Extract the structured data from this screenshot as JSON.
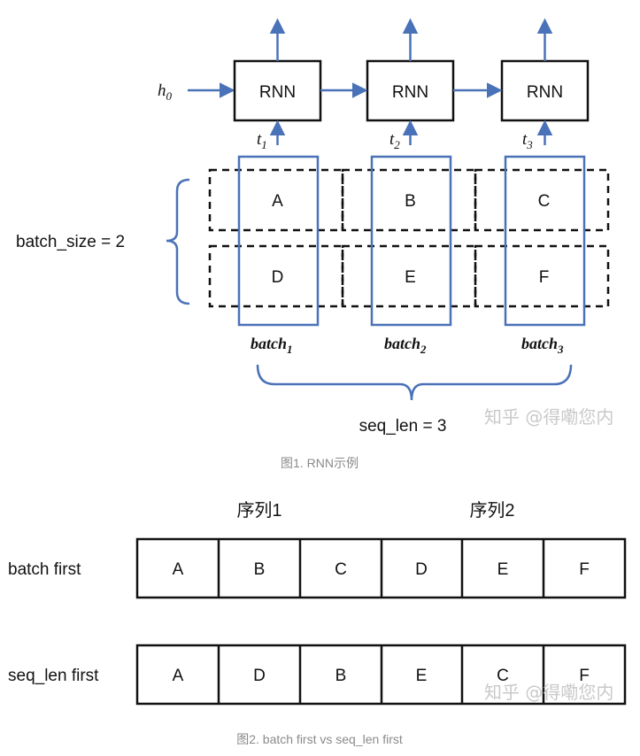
{
  "figure1": {
    "rnn_label": "RNN",
    "h0": {
      "base": "h",
      "sub": "0"
    },
    "time_steps": [
      {
        "base": "t",
        "sub": "1"
      },
      {
        "base": "t",
        "sub": "2"
      },
      {
        "base": "t",
        "sub": "3"
      }
    ],
    "cells_row1": [
      "A",
      "B",
      "C"
    ],
    "cells_row2": [
      "D",
      "E",
      "F"
    ],
    "batch_labels": [
      {
        "base": "batch",
        "sub": "1"
      },
      {
        "base": "batch",
        "sub": "2"
      },
      {
        "base": "batch",
        "sub": "3"
      }
    ],
    "batch_size_label": "batch_size = 2",
    "seq_len_label": "seq_len = 3",
    "caption": "图1. RNN示例",
    "accent_color": "#4a72b8"
  },
  "figure2": {
    "sequence_headers": [
      "序列1",
      "序列2"
    ],
    "rows": [
      {
        "label": "batch first",
        "cells": [
          "A",
          "B",
          "C",
          "D",
          "E",
          "F"
        ]
      },
      {
        "label": "seq_len first",
        "cells": [
          "A",
          "D",
          "B",
          "E",
          "C",
          "F"
        ]
      }
    ],
    "caption": "图2. batch first vs seq_len first"
  },
  "watermark": "知乎 @得嘞您内"
}
